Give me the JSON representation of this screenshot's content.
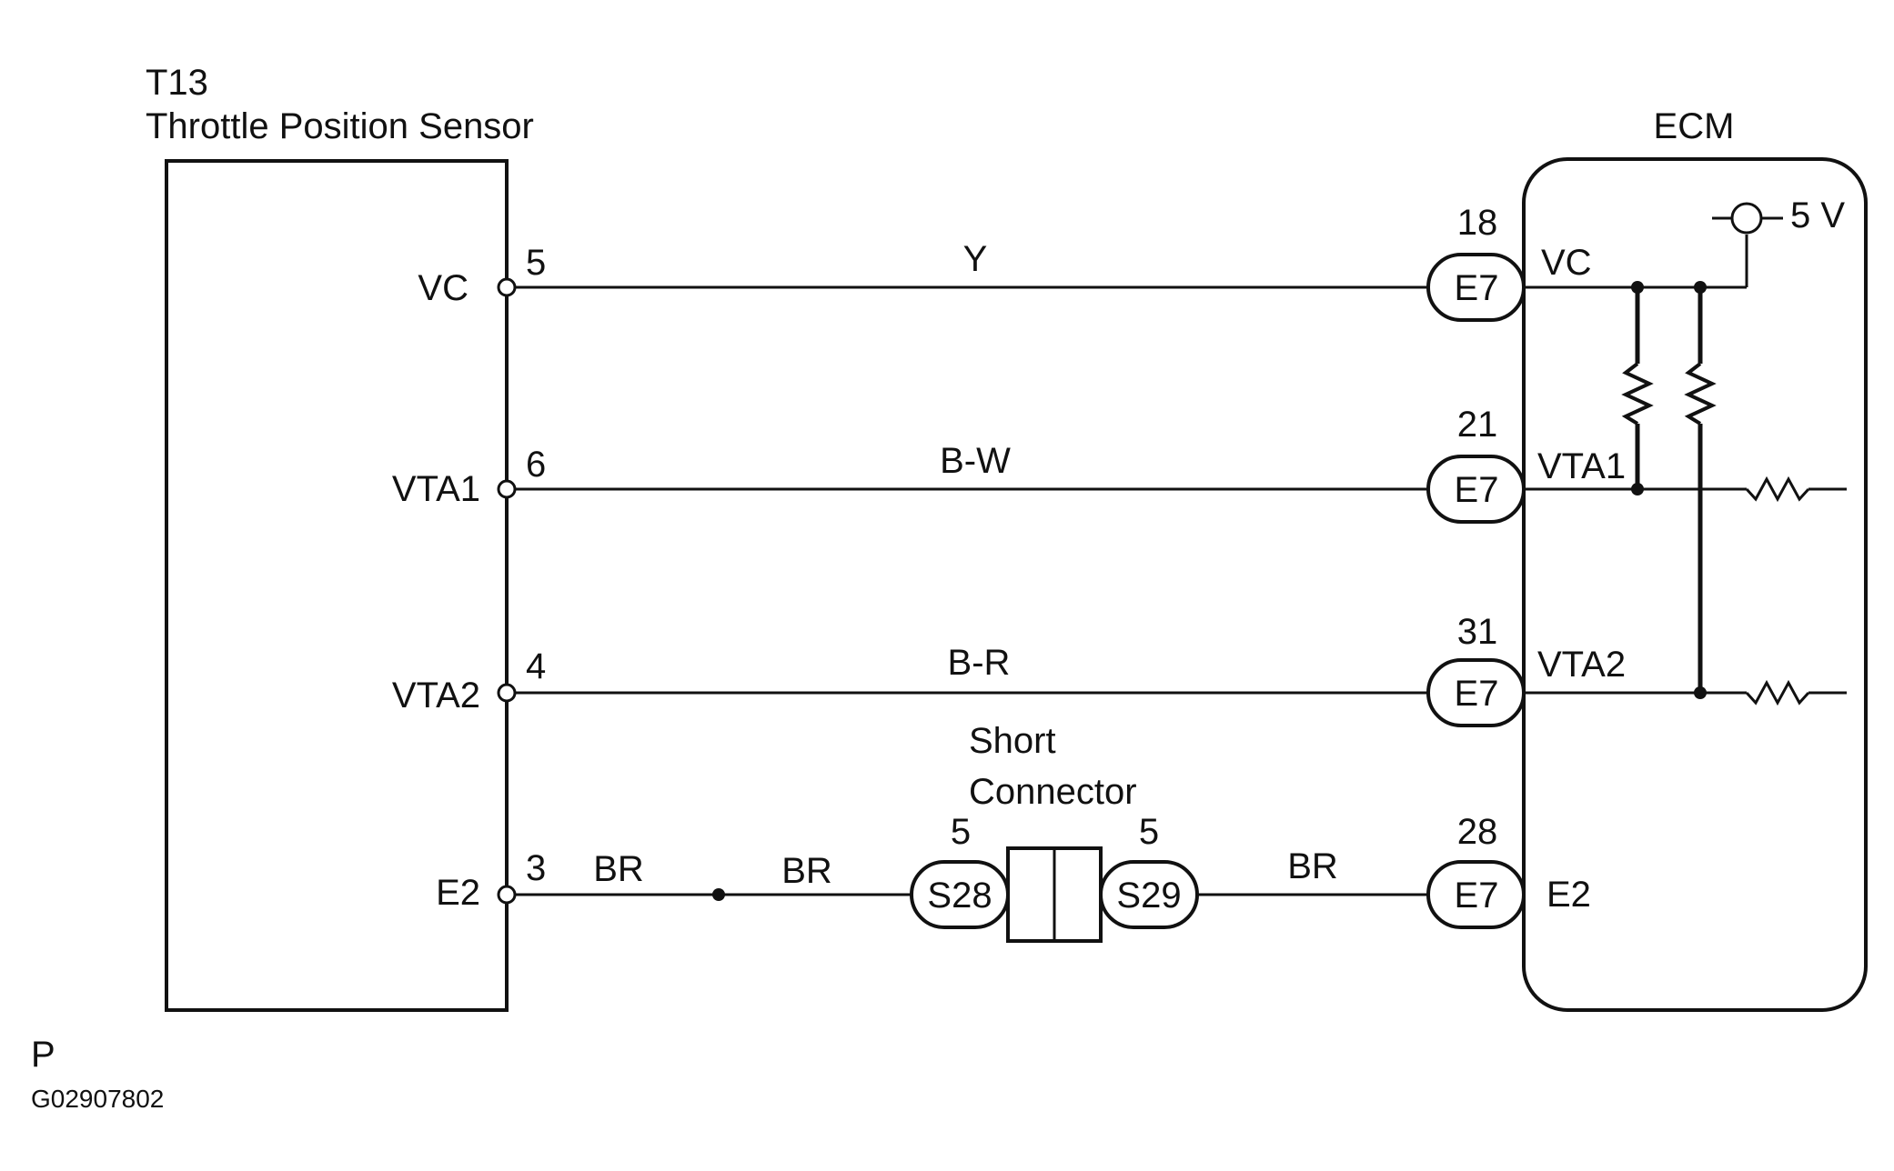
{
  "sensor": {
    "code": "T13",
    "name": "Throttle Position Sensor",
    "pins": [
      {
        "label": "VC",
        "number": "5"
      },
      {
        "label": "VTA1",
        "number": "6"
      },
      {
        "label": "VTA2",
        "number": "4"
      },
      {
        "label": "E2",
        "number": "3"
      }
    ]
  },
  "ecm": {
    "title": "ECM",
    "supply": "5 V",
    "terminals": [
      {
        "label": "VC",
        "number": "18",
        "connector": "E7"
      },
      {
        "label": "VTA1",
        "number": "21",
        "connector": "E7"
      },
      {
        "label": "VTA2",
        "number": "31",
        "connector": "E7"
      },
      {
        "label": "E2",
        "number": "28",
        "connector": "E7"
      }
    ]
  },
  "wires": {
    "vc": "Y",
    "vta1": "B-W",
    "vta2": "B-R",
    "e2_a": "BR",
    "e2_b": "BR",
    "e2_c": "BR"
  },
  "short_connector": {
    "title_line1": "Short",
    "title_line2": "Connector",
    "left": {
      "id": "S28",
      "pin": "5"
    },
    "right": {
      "id": "S29",
      "pin": "5"
    }
  },
  "footer": {
    "mark": "P",
    "code": "G02907802"
  }
}
